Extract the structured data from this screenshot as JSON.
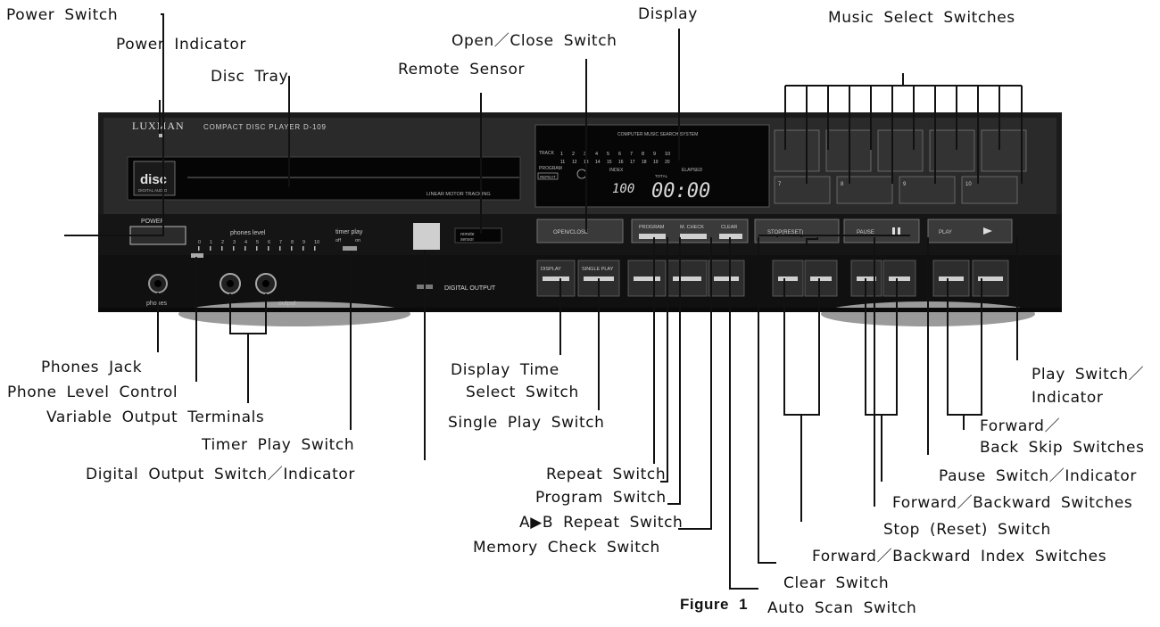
{
  "device": {
    "brand": "LUXMAN",
    "model": "COMPACT DISC PLAYER D-109",
    "disc_logo": "disc",
    "disc_logo_sub": "DIGITAL AUDIO",
    "tray_text": "LINEAR MOTOR TRACKING",
    "power_label": "POWER",
    "phones_level_label": "phones level",
    "phones_level_ticks": [
      "0",
      "1",
      "2",
      "3",
      "4",
      "5",
      "6",
      "7",
      "8",
      "9",
      "10"
    ],
    "timer_play_label": "timer play",
    "timer_off": "off",
    "timer_on": "on",
    "phones_label": "phones",
    "output_label": "output",
    "remote_text_1": "remote",
    "remote_text_2": "sensor",
    "digital_output_label": "DIGITAL OUTPUT",
    "display_header": "COMPUTER MUSIC SEARCH SYSTEM",
    "display_track": "TRACK",
    "display_program": "PROGRAM",
    "display_repeat": "REPEAT",
    "display_index": "INDEX",
    "display_total": "TOTAL",
    "display_elapsed": "ELAPSED",
    "display_digits_small": "100",
    "display_digits_big": "00:00",
    "track_row1": [
      "1",
      "2",
      "3",
      "4",
      "5",
      "6",
      "7",
      "8",
      "9",
      "10"
    ],
    "track_row2": [
      "11",
      "12",
      "13",
      "14",
      "15",
      "16",
      "17",
      "18",
      "19",
      "20"
    ],
    "music_keys": [
      "",
      "",
      "",
      "",
      "",
      "",
      "",
      "",
      "",
      ""
    ],
    "music_keys_row2": [
      "7",
      "",
      "8",
      "",
      "9",
      "",
      "10",
      ""
    ],
    "btn_open_close": "OPEN/CLOSE",
    "btn_program": "PROGRAM",
    "btn_m_check": "M. CHECK",
    "btn_clear": "CLEAR",
    "btn_stop": "STOP(RESET)",
    "btn_pause": "PAUSE",
    "btn_play": "PLAY",
    "btn_display": "DISPLAY",
    "btn_single_play": "SINGLE PLAY"
  },
  "labels": {
    "power_switch": "Power Switch",
    "power_indicator": "Power Indicator",
    "disc_tray": "Disc Tray",
    "remote_sensor": "Remote Sensor",
    "open_close_switch": "Open／Close Switch",
    "display": "Display",
    "music_select_switches": "Music Select Switches",
    "phones_jack": "Phones Jack",
    "phone_level_control": "Phone Level Control",
    "variable_output_terminals": "Variable Output Terminals",
    "timer_play_switch": "Timer Play Switch",
    "digital_output_switch": "Digital Output Switch／Indicator",
    "display_time_1": "Display Time",
    "display_time_2": "Select Switch",
    "single_play_switch": "Single Play Switch",
    "repeat_switch": "Repeat Switch",
    "program_switch": "Program Switch",
    "ab_repeat_switch": "A▶B Repeat Switch",
    "memory_check_switch": "Memory Check Switch",
    "play_switch_1": "Play Switch／",
    "play_switch_2": "Indicator",
    "fwd_back_skip_1": "Forward／",
    "fwd_back_skip_2": "Back Skip Switches",
    "pause_switch": "Pause Switch／Indicator",
    "fwd_bwd_switches": "Forward／Backward Switches",
    "stop_reset_switch": "Stop (Reset) Switch",
    "fwd_bwd_index_switches": "Forward／Backward Index Switches",
    "clear_switch": "Clear Switch",
    "auto_scan_switch": "Auto Scan Switch"
  },
  "caption": "Figure 1"
}
